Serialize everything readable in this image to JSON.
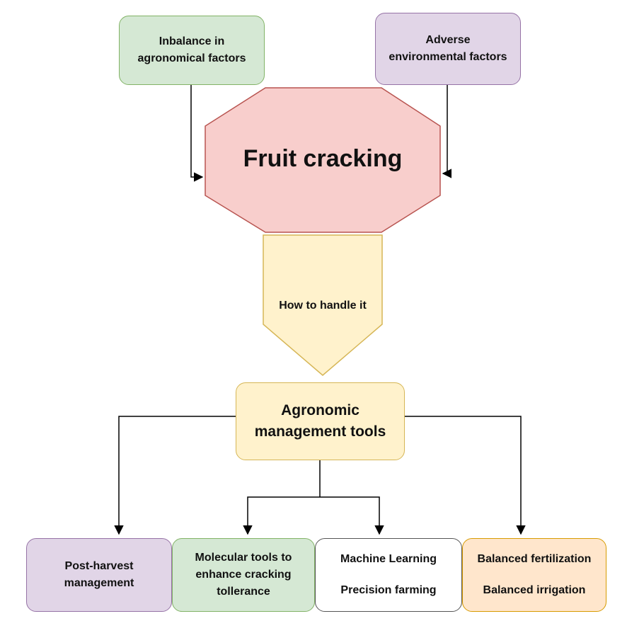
{
  "top_left": {
    "line1": "Inbalance in",
    "line2": "agronomical factors"
  },
  "top_right": {
    "line1": "Adverse",
    "line2": "environmental factors"
  },
  "center": {
    "title": "Fruit cracking"
  },
  "pentagon": {
    "label": "How to handle it"
  },
  "tools": {
    "line1": "Agronomic",
    "line2": "management tools"
  },
  "bottom": {
    "post_harvest": {
      "line1": "Post-harvest",
      "line2": "management"
    },
    "molecular": {
      "line1": "Molecular tools to",
      "line2": "enhance cracking",
      "line3": "tollerance"
    },
    "tech": {
      "line1": "Machine Learning",
      "line2": "Precision farming"
    },
    "balanced": {
      "line1": "Balanced fertilization",
      "line2": "Balanced irrigation"
    }
  },
  "colors": {
    "green_fill": "#d5e8d4",
    "purple_fill": "#e1d5e7",
    "red_fill": "#f8cecc",
    "yellow_fill": "#fff2cc",
    "orange_fill": "#ffe6cc",
    "arrow": "#000000"
  }
}
